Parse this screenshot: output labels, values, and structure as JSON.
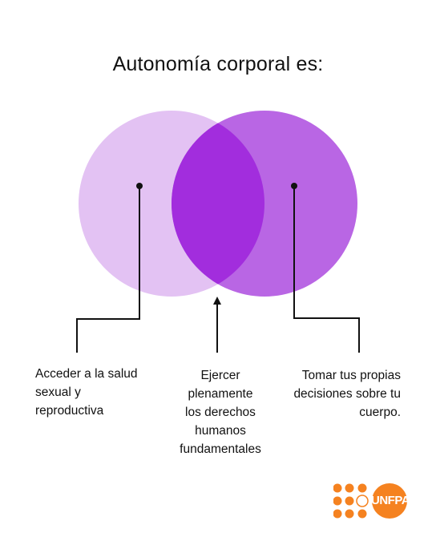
{
  "title": "Autonomía corporal es:",
  "colors": {
    "left_circle": "#e3c2f3",
    "right_circle": "#b966e4",
    "intersection": "#a22ddd",
    "lines": "#111111",
    "brand_orange": "#f58220"
  },
  "labels": {
    "left": [
      "Acceder a la salud",
      "sexual y",
      "reproductiva"
    ],
    "center": [
      "Ejercer",
      "plenamente",
      "los derechos",
      "humanos",
      "fundamentales"
    ],
    "right": [
      "Tomar tus propias",
      "decisiones sobre tu",
      "cuerpo."
    ]
  },
  "logo": {
    "text": "UNFPA",
    "icon": "un-emblem-icon"
  }
}
